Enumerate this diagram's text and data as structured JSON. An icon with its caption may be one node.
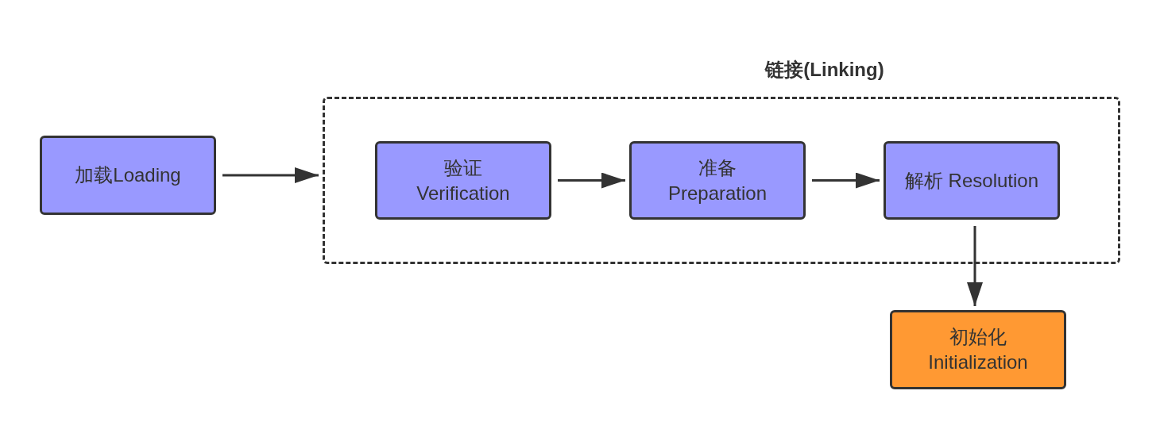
{
  "diagram": {
    "nodes": [
      {
        "text": [
          "加载Loading"
        ]
      },
      {
        "text": [
          "链接(Linking)"
        ]
      },
      {
        "text": [
          "验证 Verification"
        ],
        "in": 1
      },
      {
        "text": [
          "准备 Preparation"
        ],
        "in": 1
      },
      {
        "text": [
          "解析 Resolution"
        ],
        "in": 1
      },
      {
        "text": [
          "初始化 Initialization"
        ]
      }
    ],
    "edges": [
      {
        "from": 0,
        "to": 1,
        "arrow": "to"
      },
      {
        "from": 2,
        "to": 3,
        "arrow": "to"
      },
      {
        "from": 3,
        "to": 4,
        "arrow": "to"
      },
      {
        "from": 4,
        "to": 5,
        "arrow": "to"
      }
    ]
  }
}
